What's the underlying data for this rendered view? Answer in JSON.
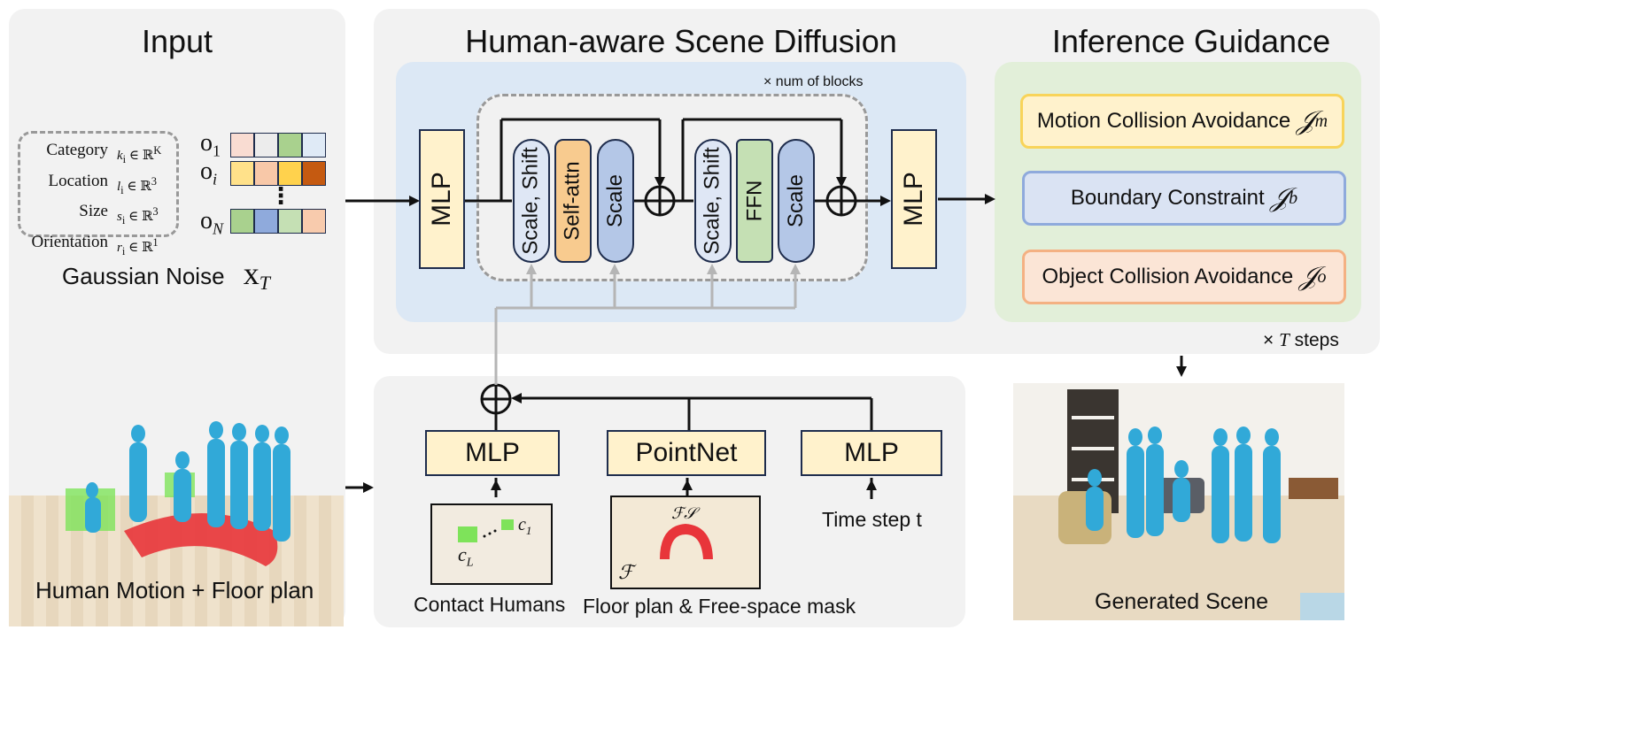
{
  "input": {
    "title": "Input",
    "attributes": [
      {
        "name": "Category",
        "symbol": "k",
        "sub": "i",
        "space": "ℝ",
        "exp": "K"
      },
      {
        "name": "Location",
        "symbol": "l",
        "sub": "i",
        "space": "ℝ",
        "exp": "3"
      },
      {
        "name": "Size",
        "symbol": "s",
        "sub": "i",
        "space": "ℝ",
        "exp": "3"
      },
      {
        "name": "Orientation",
        "symbol": "r",
        "sub": "i",
        "space": "ℝ",
        "exp": "1"
      }
    ],
    "tokens": [
      {
        "label": "o",
        "sub": "1",
        "colors": [
          "#f9dcd2",
          "#ececec",
          "#a9d18e",
          "#dfeaf6"
        ]
      },
      {
        "label": "o",
        "sub": "i",
        "colors": [
          "#ffe18a",
          "#f8c8a8",
          "#ffd24d",
          "#c55a11"
        ]
      },
      {
        "label": "o",
        "sub": "N",
        "colors": [
          "#a9d18e",
          "#8faadc",
          "#c5e0b4",
          "#f8cbad"
        ]
      }
    ],
    "dots": "⋮",
    "noise_label": "Gaussian Noise",
    "noise_symbol": "x",
    "noise_sub": "T",
    "motion_caption": "Human Motion + Floor plan"
  },
  "diffusion": {
    "title": "Human-aware Scene Diffusion",
    "repeat_label": "× num of blocks",
    "mlp_in": "MLP",
    "mlp_out": "MLP",
    "block1": [
      "Scale, Shift",
      "Self-attn",
      "Scale"
    ],
    "block2": [
      "Scale, Shift",
      "FFN",
      "Scale"
    ]
  },
  "guidance": {
    "title": "Inference Guidance",
    "items": [
      {
        "text": "Motion Collision Avoidance",
        "sym": "𝒥",
        "sub": "m"
      },
      {
        "text": "Boundary Constraint",
        "sym": "𝒥",
        "sub": "b"
      },
      {
        "text": "Object Collision Avoidance",
        "sym": "𝒥",
        "sub": "o"
      }
    ],
    "steps_times": "×",
    "steps_var": "T",
    "steps_word": "steps"
  },
  "conditions": {
    "encoders": [
      "MLP",
      "PointNet",
      "MLP"
    ],
    "contact_caption": "Contact Humans",
    "contact_c1": "c",
    "contact_c1_sub": "1",
    "contact_cl": "c",
    "contact_cl_sub": "L",
    "floor_caption": "Floor plan & Free-space mask",
    "floor_fs": "ℱ𝒮",
    "floor_f": "ℱ",
    "time_caption": "Time step t"
  },
  "output": {
    "caption": "Generated Scene"
  },
  "colors": {
    "panel": "#f2f2f2",
    "diffusion_bg": "#dce8f5",
    "guidance_bg": "#e2efd9",
    "mlp_fill": "#fff2cc",
    "scale_shift": "#dfe7f5",
    "self_attn": "#f8cb8f",
    "scale": "#b4c7e7",
    "ffn": "#c5e0b4",
    "guide_motion": "#fff2cc",
    "guide_boundary": "#dae3f3",
    "guide_object": "#fbe5d6"
  }
}
